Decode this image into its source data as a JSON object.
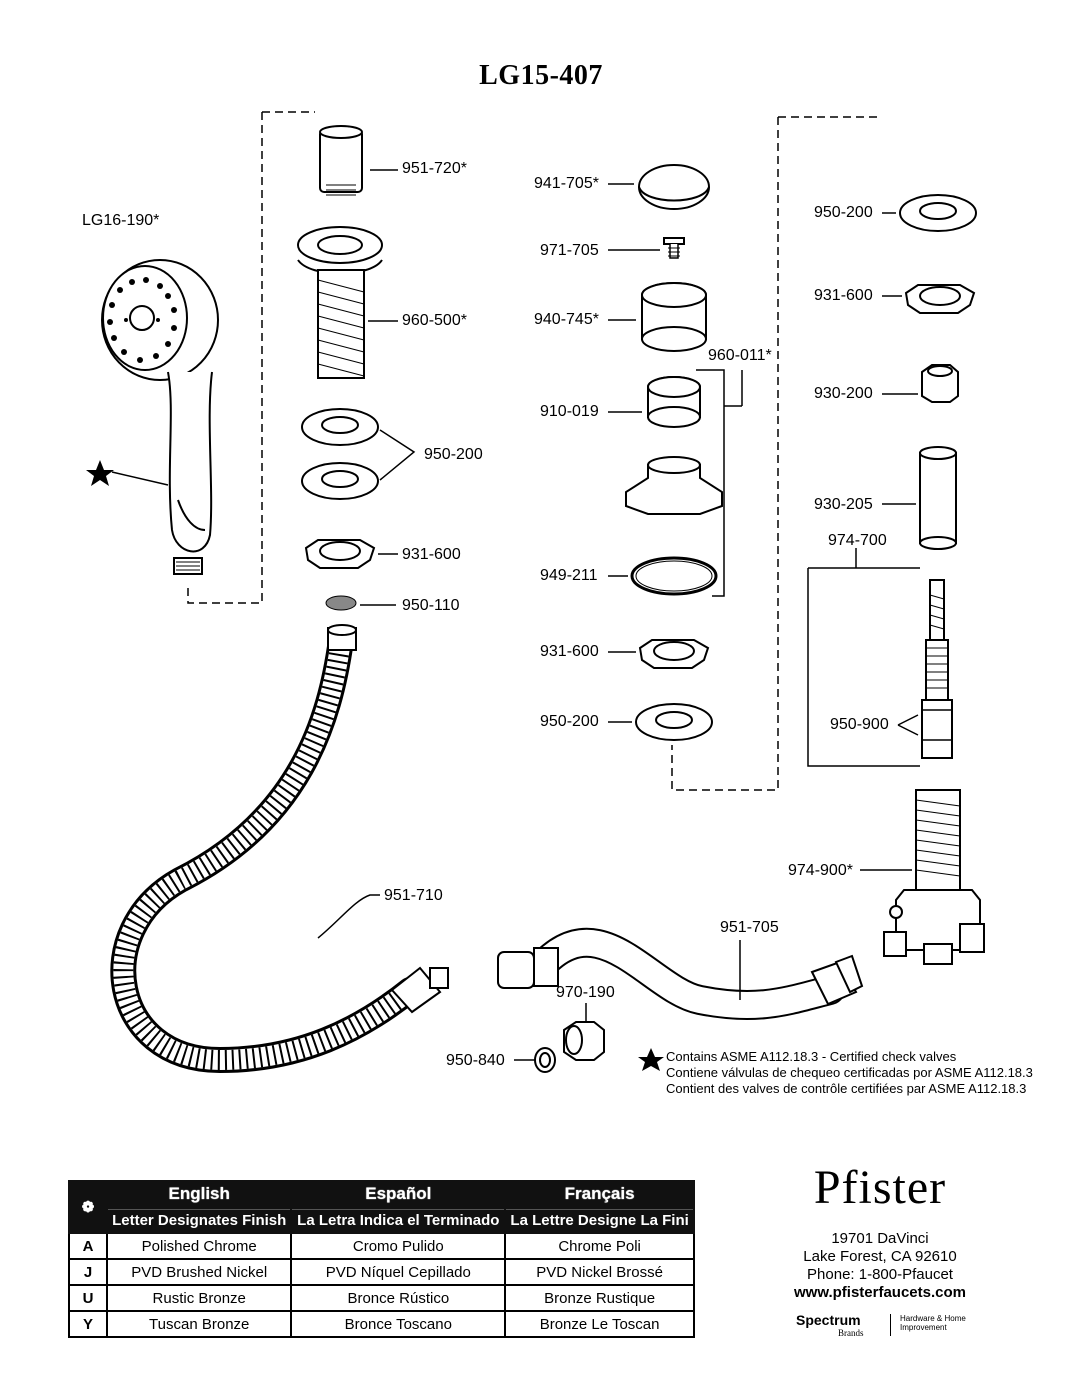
{
  "title": "LG15-407",
  "parts": {
    "p951_720": "951-720*",
    "lg16_190": "LG16-190*",
    "p960_500": "960-500*",
    "p950_200_left": "950-200",
    "p931_600_left": "931-600",
    "p950_110": "950-110",
    "p951_710": "951-710",
    "p941_705": "941-705*",
    "p971_705": "971-705",
    "p940_745": "940-745*",
    "p960_011": "960-011*",
    "p910_019": "910-019",
    "p949_211": "949-211",
    "p931_600_mid": "931-600",
    "p950_200_mid": "950-200",
    "p950_200_right": "950-200",
    "p931_600_right": "931-600",
    "p930_200": "930-200",
    "p930_205": "930-205",
    "p974_700": "974-700",
    "p950_900": "950-900",
    "p974_900": "974-900*",
    "p951_705": "951-705",
    "p970_190": "970-190",
    "p950_840": "950-840"
  },
  "notes": {
    "en": "Contains ASME A112.18.3 - Certified check valves",
    "es": "Contiene válvulas de chequeo certificadas por ASME A112.18.3",
    "fr": "Contient des valves de contrôle certifiées par ASME A112.18.3"
  },
  "finish_table": {
    "headers": [
      "English",
      "Español",
      "Français"
    ],
    "subheaders": [
      "Letter Designates Finish",
      "La Letra Indica el Terminado",
      "La Lettre Designe La Fini"
    ],
    "rows": [
      {
        "code": "A",
        "en": "Polished Chrome",
        "es": "Cromo Pulido",
        "fr": "Chrome Poli"
      },
      {
        "code": "J",
        "en": "PVD Brushed Nickel",
        "es": "PVD Níquel Cepillado",
        "fr": "PVD Nickel Brossé"
      },
      {
        "code": "U",
        "en": "Rustic Bronze",
        "es": "Bronce Rústico",
        "fr": "Bronze Rustique"
      },
      {
        "code": "Y",
        "en": "Tuscan Bronze",
        "es": "Bronce Toscano",
        "fr": "Bronze Le Toscan"
      }
    ]
  },
  "brand": {
    "logo": "Pfister",
    "address1": "19701 DaVinci",
    "address2": "Lake Forest, CA 92610",
    "phone": "Phone: 1-800-Pfaucet",
    "website": "www.pfisterfaucets.com",
    "parent": "Spectrum",
    "parent_sub": "Brands",
    "parent_division": "Hardware & Home Improvement"
  }
}
